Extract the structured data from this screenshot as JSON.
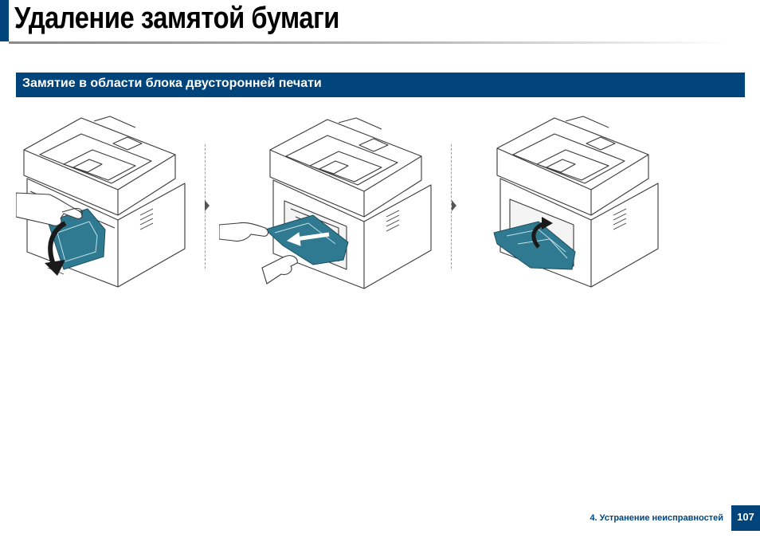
{
  "page": {
    "title": "Удаление замятой бумаги",
    "section_title": "Замятие в области блока двусторонней печати"
  },
  "illustrations": [
    {
      "icon": "open-rear-cover-illustration"
    },
    {
      "icon": "remove-jammed-paper-illustration"
    },
    {
      "icon": "close-rear-cover-illustration"
    }
  ],
  "footer": {
    "chapter": "4. Устранение неисправностей",
    "page_number": "107"
  },
  "colors": {
    "accent": "#00447c",
    "highlight": "#2f7a91"
  }
}
